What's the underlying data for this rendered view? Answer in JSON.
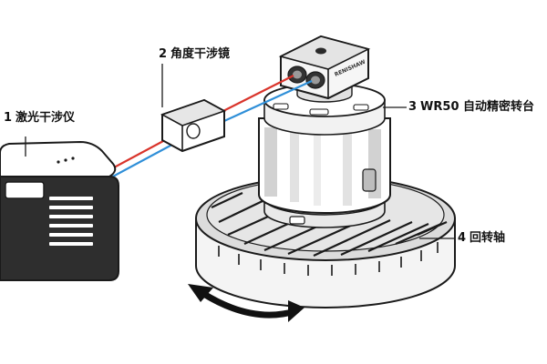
{
  "colors": {
    "line": "#1a1a1a",
    "beam_red": "#d9342b",
    "beam_blue": "#2f8fd8",
    "fill_light": "#f5f5f5",
    "fill_gray": "#d8d8d8",
    "fill_dark": "#3a3a3a"
  },
  "callouts": [
    {
      "number": "1",
      "label": "激光干涉仪"
    },
    {
      "number": "2",
      "label": "角度干涉镜"
    },
    {
      "number": "3",
      "label": "WR50 自动精密转台"
    },
    {
      "number": "4",
      "label": "回转轴"
    }
  ],
  "device": {
    "logo_text": "RENISHAW"
  },
  "rotation_arrow": {
    "icon": "double-headed-curved-arrow"
  }
}
